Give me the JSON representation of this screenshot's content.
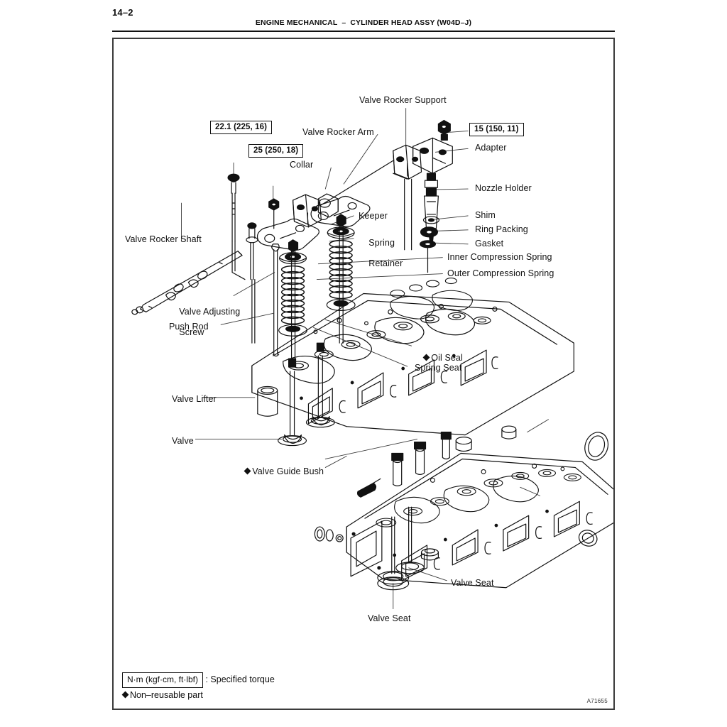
{
  "page": {
    "number": "14–2",
    "section": "ENGINE MECHANICAL",
    "separator": "–",
    "subject": "CYLINDER HEAD ASSY (W04D–J)",
    "figure_code": "A71655"
  },
  "legend": {
    "torque_unit_box": "N·m (kgf·cm, ft·lbf)",
    "torque_meaning": ": Specified torque",
    "non_reusable": "Non–reusable part"
  },
  "torque_specs": [
    {
      "id": "rocker-support-bolt",
      "value": "22.1 (225, 16)"
    },
    {
      "id": "rocker-shaft-nut",
      "value": "25 (250, 18)"
    },
    {
      "id": "nozzle-holder-nut",
      "value": "15 (150, 11)"
    }
  ],
  "callouts": {
    "valve_rocker_support": "Valve Rocker Support",
    "valve_rocker_arm": "Valve Rocker Arm",
    "collar": "Collar",
    "adapter": "Adapter",
    "nozzle_holder": "Nozzle Holder",
    "shim": "Shim",
    "ring_packing": "Ring Packing",
    "gasket": "Gasket",
    "inner_compression_spring": "Inner Compression Spring",
    "outer_compression_spring": "Outer Compression Spring",
    "keeper": "Keeper",
    "spring_retainer_line1": "Spring",
    "spring_retainer_line2": "Retainer",
    "valve_rocker_shaft": "Valve Rocker Shaft",
    "valve_adjusting_screw_line1": "Valve Adjusting",
    "valve_adjusting_screw_line2": "Screw",
    "push_rod": "Push Rod",
    "oil_seal": "Oil Seal",
    "spring_seat": "Spring Seat",
    "valve_lifter": "Valve Lifter",
    "valve": "Valve",
    "valve_guide_bush": "Valve Guide Bush",
    "valve_seat_upper": "Valve Seat",
    "valve_seat_lower": "Valve Seat"
  }
}
